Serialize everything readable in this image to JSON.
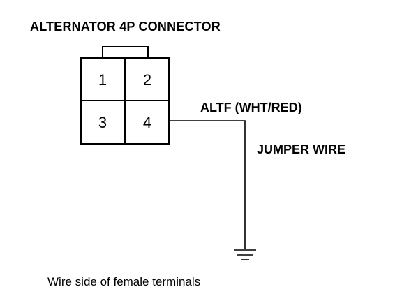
{
  "diagram": {
    "title": "ALTERNATOR 4P CONNECTOR",
    "pins": [
      "1",
      "2",
      "3",
      "4"
    ],
    "wire_label": "ALTF (WHT/RED)",
    "jumper_label": "JUMPER WIRE",
    "caption": "Wire side of female terminals",
    "ground_symbol": "ground-icon"
  }
}
